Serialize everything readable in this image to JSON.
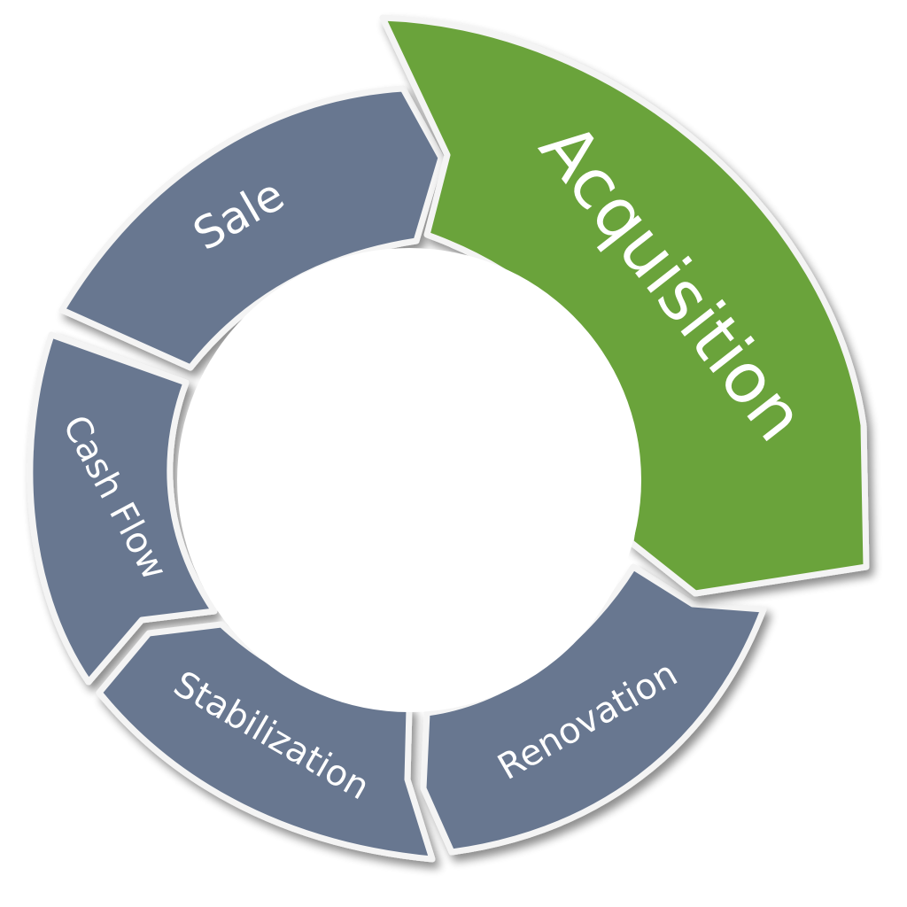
{
  "diagram": {
    "type": "cycle",
    "stages": [
      {
        "id": "acquisition",
        "label": "Acquisition",
        "color": "#6ba33a",
        "highlighted": true
      },
      {
        "id": "renovation",
        "label": "Renovation",
        "color": "#677790",
        "highlighted": false
      },
      {
        "id": "stabilization",
        "label": "Stabilization",
        "color": "#677790",
        "highlighted": false
      },
      {
        "id": "cash-flow",
        "label": "Cash Flow",
        "color": "#677790",
        "highlighted": false
      },
      {
        "id": "sale",
        "label": "Sale",
        "color": "#677790",
        "highlighted": false
      }
    ],
    "center_color": "#ffffff"
  }
}
